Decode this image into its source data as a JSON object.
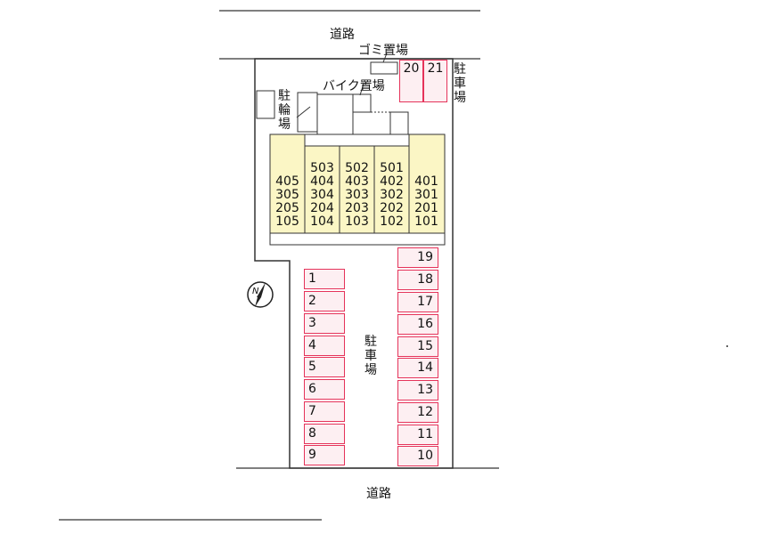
{
  "roads": {
    "top": "道路",
    "bottom": "道路"
  },
  "labels": {
    "garbage": "ゴミ置場",
    "bike": "バイク置場",
    "bicycle": [
      "駐",
      "輪",
      "場"
    ],
    "parking_right": [
      "駐",
      "車",
      "場"
    ],
    "parking_center": [
      "駐",
      "車",
      "場"
    ],
    "north": "N"
  },
  "building_units": [
    [
      "405",
      "305",
      "205",
      "105"
    ],
    [
      "503",
      "404",
      "304",
      "204",
      "104"
    ],
    [
      "502",
      "403",
      "303",
      "203",
      "103"
    ],
    [
      "501",
      "402",
      "302",
      "202",
      "102"
    ],
    [
      "401",
      "301",
      "201",
      "101"
    ]
  ],
  "parking": {
    "top": [
      "20",
      "21"
    ],
    "left": [
      "1",
      "2",
      "3",
      "4",
      "5",
      "6",
      "7",
      "8",
      "9"
    ],
    "right": [
      "19",
      "18",
      "17",
      "16",
      "15",
      "14",
      "13",
      "12",
      "11",
      "10"
    ]
  },
  "colors": {
    "building": "#fbf6c5",
    "parking_fill": "#fdeff2",
    "parking_border": "#e5335a"
  }
}
